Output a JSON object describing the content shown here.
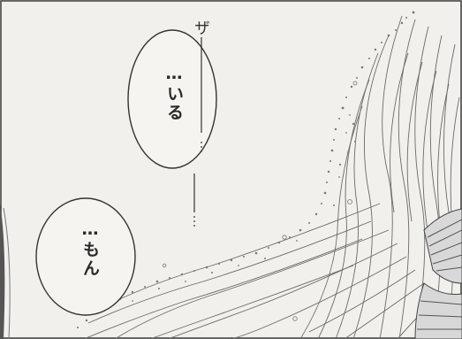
{
  "speech": {
    "bubble_1": "…いる",
    "bubble_2": "…もん"
  },
  "sound_effect": "ザ",
  "colors": {
    "paper": "#f1f0ec",
    "ink": "#2a2a2a",
    "tone": "#8a8a8a"
  }
}
